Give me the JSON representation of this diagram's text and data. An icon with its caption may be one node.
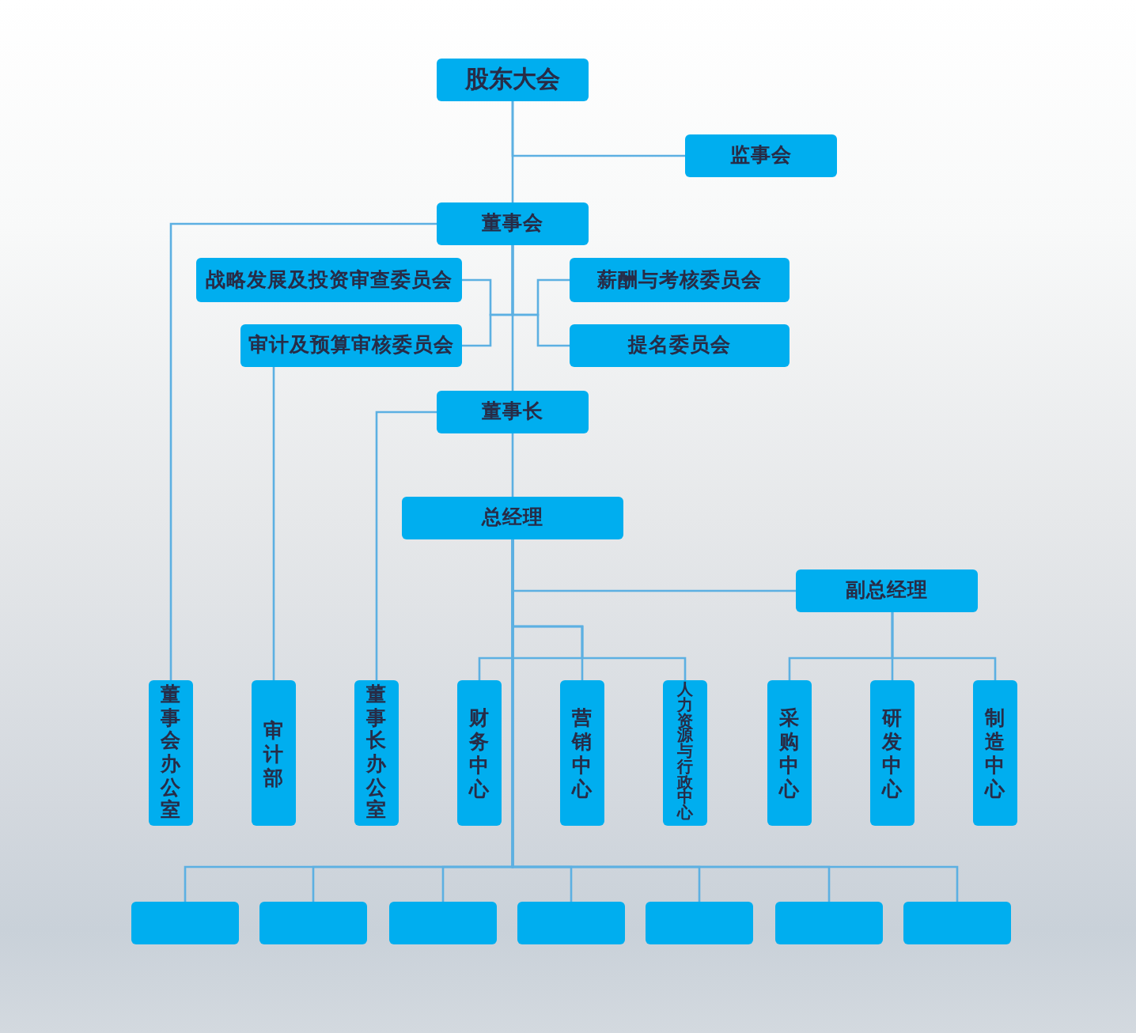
{
  "diagram": {
    "nodes": [
      {
        "text": [
          "股东大会"
        ]
      },
      {
        "text": [
          "监事会"
        ]
      },
      {
        "text": [
          "董事会"
        ]
      },
      {
        "text": [
          "战略发展及投资审查委员会"
        ]
      },
      {
        "text": [
          "薪酬与考核委员会"
        ]
      },
      {
        "text": [
          "审计及预算审核委员会"
        ]
      },
      {
        "text": [
          "提名委员会"
        ]
      },
      {
        "text": [
          "董事长"
        ]
      },
      {
        "text": [
          "总经理"
        ]
      },
      {
        "text": [
          "副总经理"
        ]
      },
      {
        "text": [
          "董事会办公室"
        ]
      },
      {
        "text": [
          "审计部"
        ]
      },
      {
        "text": [
          "董事长办公室"
        ]
      },
      {
        "text": [
          "财务中心"
        ]
      },
      {
        "text": [
          "营销中心"
        ]
      },
      {
        "text": [
          "人力资源与行政中心"
        ]
      },
      {
        "text": [
          "采购中心"
        ]
      },
      {
        "text": [
          "研发中心"
        ]
      },
      {
        "text": [
          "制造中心"
        ]
      },
      {
        "text": [],
        "shape": "box"
      },
      {
        "text": [],
        "shape": "box"
      },
      {
        "text": [],
        "shape": "box"
      },
      {
        "text": [],
        "shape": "box"
      },
      {
        "text": [],
        "shape": "box"
      },
      {
        "text": [],
        "shape": "box"
      },
      {
        "text": [],
        "shape": "box"
      }
    ],
    "edges": [
      {
        "from": 0,
        "to": 2,
        "arrow": "none"
      },
      {
        "from": 0,
        "to": 1,
        "arrow": "none"
      },
      {
        "from": 2,
        "to": 10,
        "arrow": "none"
      },
      {
        "from": 2,
        "to": 7,
        "arrow": "none"
      },
      {
        "from": 2,
        "to": 3,
        "arrow": "none"
      },
      {
        "from": 2,
        "to": 5,
        "arrow": "none"
      },
      {
        "from": 2,
        "to": 4,
        "arrow": "none"
      },
      {
        "from": 2,
        "to": 6,
        "arrow": "none"
      },
      {
        "from": 5,
        "to": 11,
        "arrow": "none"
      },
      {
        "from": 7,
        "to": 12,
        "arrow": "none"
      },
      {
        "from": 7,
        "to": 8,
        "arrow": "none"
      },
      {
        "from": 8,
        "to": 9,
        "arrow": "none"
      },
      {
        "from": 8,
        "to": 13,
        "arrow": "none"
      },
      {
        "from": 8,
        "to": 14,
        "arrow": "none"
      },
      {
        "from": 8,
        "to": 15,
        "arrow": "none"
      },
      {
        "from": 9,
        "to": 16,
        "arrow": "none"
      },
      {
        "from": 9,
        "to": 17,
        "arrow": "none"
      },
      {
        "from": 9,
        "to": 18,
        "arrow": "none"
      },
      {
        "from": 8,
        "to": 19,
        "arrow": "none"
      },
      {
        "from": 8,
        "to": 20,
        "arrow": "none"
      },
      {
        "from": 8,
        "to": 21,
        "arrow": "none"
      },
      {
        "from": 8,
        "to": 22,
        "arrow": "none"
      },
      {
        "from": 8,
        "to": 23,
        "arrow": "none"
      },
      {
        "from": 8,
        "to": 24,
        "arrow": "none"
      },
      {
        "from": 8,
        "to": 25,
        "arrow": "none"
      }
    ]
  }
}
